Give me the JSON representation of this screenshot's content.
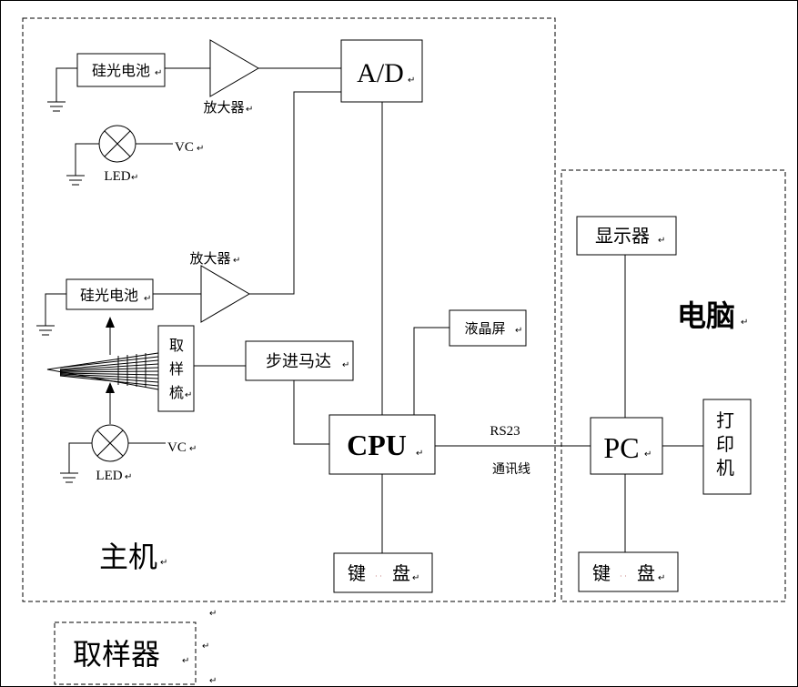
{
  "host": {
    "title": "主机"
  },
  "pc_group": {
    "title": "电脑"
  },
  "sampler_caption": "取样器",
  "blocks": {
    "cell_top": "硅光电池",
    "amp_top": "放大器",
    "adc": "A/D",
    "led_top": "LED",
    "vc_top": "VC",
    "amp_bottom": "放大器",
    "cell_bottom": "硅光电池",
    "sampler_comb": [
      "取",
      "样",
      "梳"
    ],
    "motor": "步进马达",
    "lcd": "液晶屏",
    "cpu": "CPU",
    "led_bottom": "LED",
    "vc_bottom": "VC",
    "host_keyboard": [
      "键",
      "盘"
    ],
    "link_top": "RS23",
    "link_bottom": "通讯线",
    "display": "显示器",
    "pc": "PC",
    "printer": [
      "打",
      "印",
      "机"
    ],
    "pc_keyboard": [
      "键",
      "盘"
    ]
  },
  "paragraph_mark": "↵"
}
